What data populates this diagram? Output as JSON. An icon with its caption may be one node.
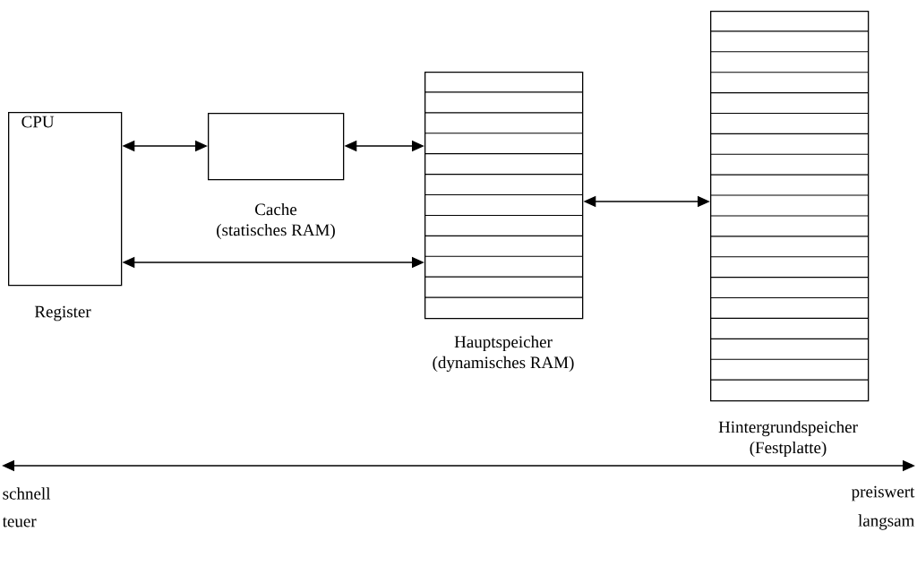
{
  "diagram": {
    "nodes": [
      {
        "text": [
          "CPU"
        ],
        "beside": [
          "Register"
        ]
      },
      {
        "text": [],
        "shape": "box",
        "beside": [
          "Cache (statisches RAM)"
        ]
      },
      {
        "text": [],
        "shape": "box",
        "beside": [
          "Hauptspeicher (dynamisches RAM)"
        ]
      },
      {
        "text": [],
        "shape": "box",
        "beside": [
          "Hintergrundspeicher (Festplatte)"
        ]
      }
    ],
    "edges": [
      {
        "from": 0,
        "to": 1,
        "arrow": "both"
      },
      {
        "from": 1,
        "to": 2,
        "arrow": "both"
      },
      {
        "from": 0,
        "to": 2,
        "arrow": "both"
      },
      {
        "from": 2,
        "to": 3,
        "arrow": "both"
      }
    ],
    "labels": [
      "schnell",
      "teuer",
      "preiswert",
      "langsam"
    ]
  }
}
